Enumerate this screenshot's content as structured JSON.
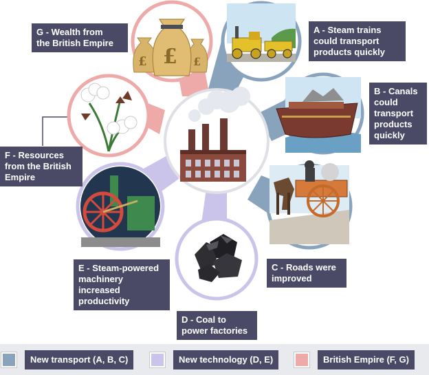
{
  "labels": {
    "a": "A - Steam trains\ncould transport\nproducts quickly",
    "b": "B - Canals\ncould\ntransport\nproducts\nquickly",
    "c": "C - Roads were\nimproved",
    "d": "D - Coal to\npower factories",
    "e": "E - Steam-powered\nmachinery\nincreased\nproductivity",
    "f": "F - Resources\nfrom the British\nEmpire",
    "g": "G - Wealth from\nthe British Empire"
  },
  "legend": {
    "transport": "New transport (A, B, C)",
    "technology": "New technology (D, E)",
    "empire": "British Empire (F, G)"
  },
  "colors": {
    "transport": "#8aa3bd",
    "technology": "#cbc4ea",
    "empire": "#eeaaa9",
    "label_bg": "#4a4a66",
    "legend_bg": "#e9eaee"
  },
  "icons": {
    "center": "factory-icon",
    "a": "steam-train-icon",
    "b": "canal-boat-icon",
    "c": "horse-cart-icon",
    "d": "coal-icon",
    "e": "steam-engine-icon",
    "f": "cotton-icon",
    "g": "money-bags-icon"
  }
}
